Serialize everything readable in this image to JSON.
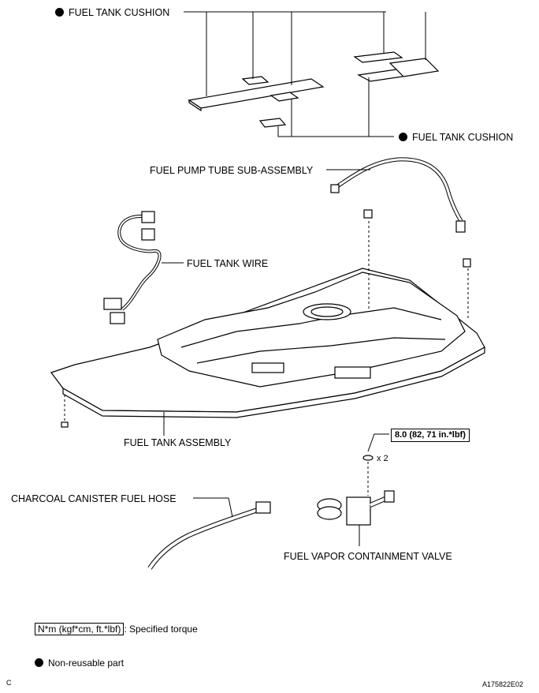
{
  "labels": {
    "cushion_top": "FUEL TANK CUSHION",
    "cushion_right": "FUEL TANK CUSHION",
    "pump_tube": "FUEL PUMP TUBE SUB-ASSEMBLY",
    "tank_wire": "FUEL TANK WIRE",
    "tank_assembly": "FUEL TANK ASSEMBLY",
    "canister_hose": "CHARCOAL CANISTER FUEL HOSE",
    "vapor_valve": "FUEL VAPOR CONTAINMENT VALVE"
  },
  "torque": {
    "value": "8.0 (82, 71 in.*lbf)",
    "quantity": "x 2"
  },
  "legend": {
    "torque_key": "N*m (kgf*cm, ft.*lbf)",
    "torque_desc": ": Specified torque",
    "nonreusable": "Non-reusable part"
  },
  "corner": {
    "left": "C",
    "right": "A175822E02"
  }
}
